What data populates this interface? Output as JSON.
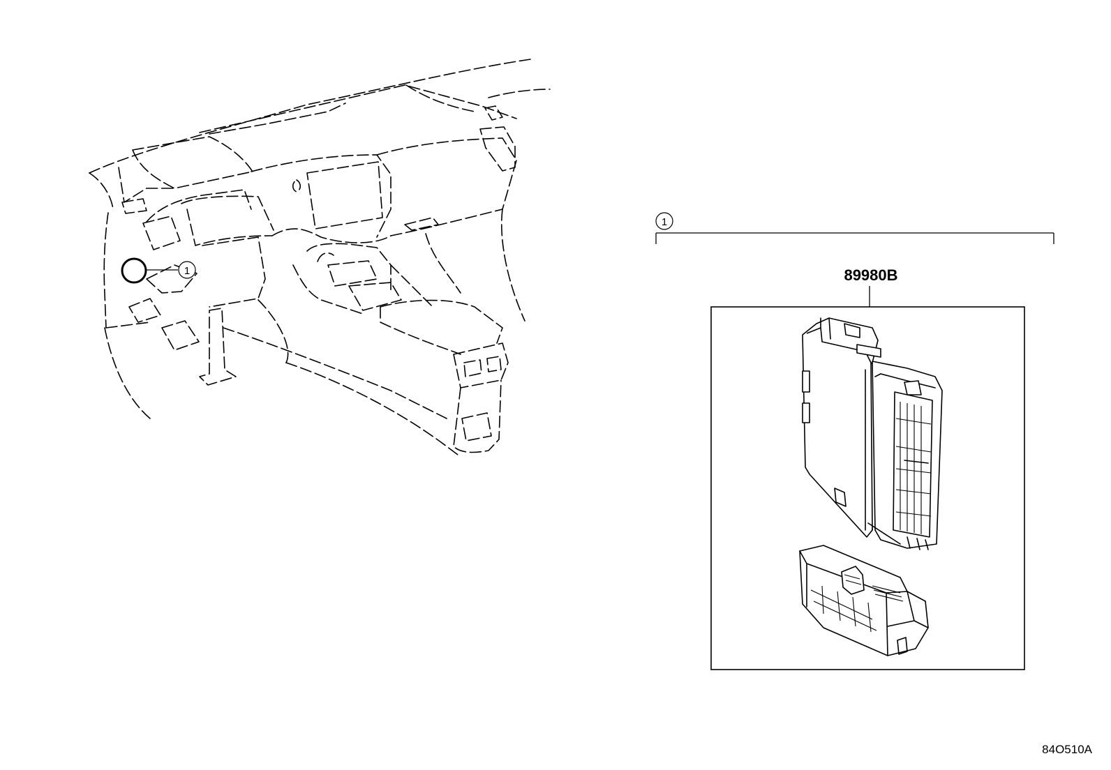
{
  "diagram": {
    "callout_index": "1",
    "part_number": "89980B",
    "figure_code": "84O510A"
  }
}
